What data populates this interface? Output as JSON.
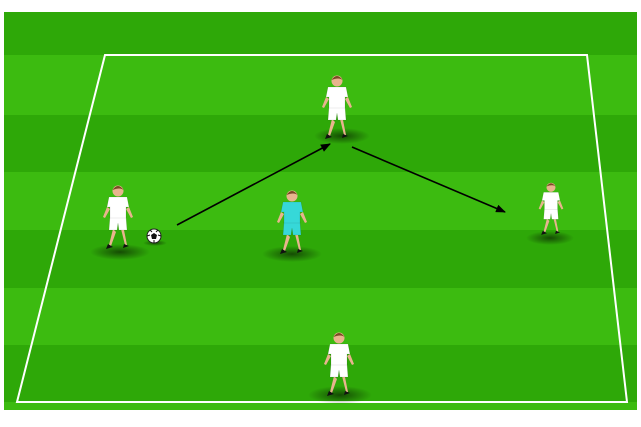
{
  "pitch": {
    "stripe_light": "#3cbb10",
    "stripe_dark": "#2ea808",
    "line_color": "#ffffff",
    "background": "#ffffff"
  },
  "kit": {
    "attacker_shirt": "#ffffff",
    "attacker_shorts": "#ffffff",
    "defender_shirt": "#36d8d8",
    "defender_shorts": "#36d8d8",
    "skin": "#e8b48e",
    "hair": "#7a4a24",
    "boots": "#111111"
  },
  "players": [
    {
      "role": "attacker",
      "id": "left"
    },
    {
      "role": "attacker",
      "id": "top"
    },
    {
      "role": "attacker",
      "id": "right"
    },
    {
      "role": "attacker",
      "id": "bottom"
    },
    {
      "role": "defender",
      "id": "middle"
    }
  ],
  "arrows": [
    {
      "from": "ball",
      "to": "top",
      "kind": "pass"
    },
    {
      "from": "top",
      "to": "right",
      "kind": "pass"
    }
  ]
}
